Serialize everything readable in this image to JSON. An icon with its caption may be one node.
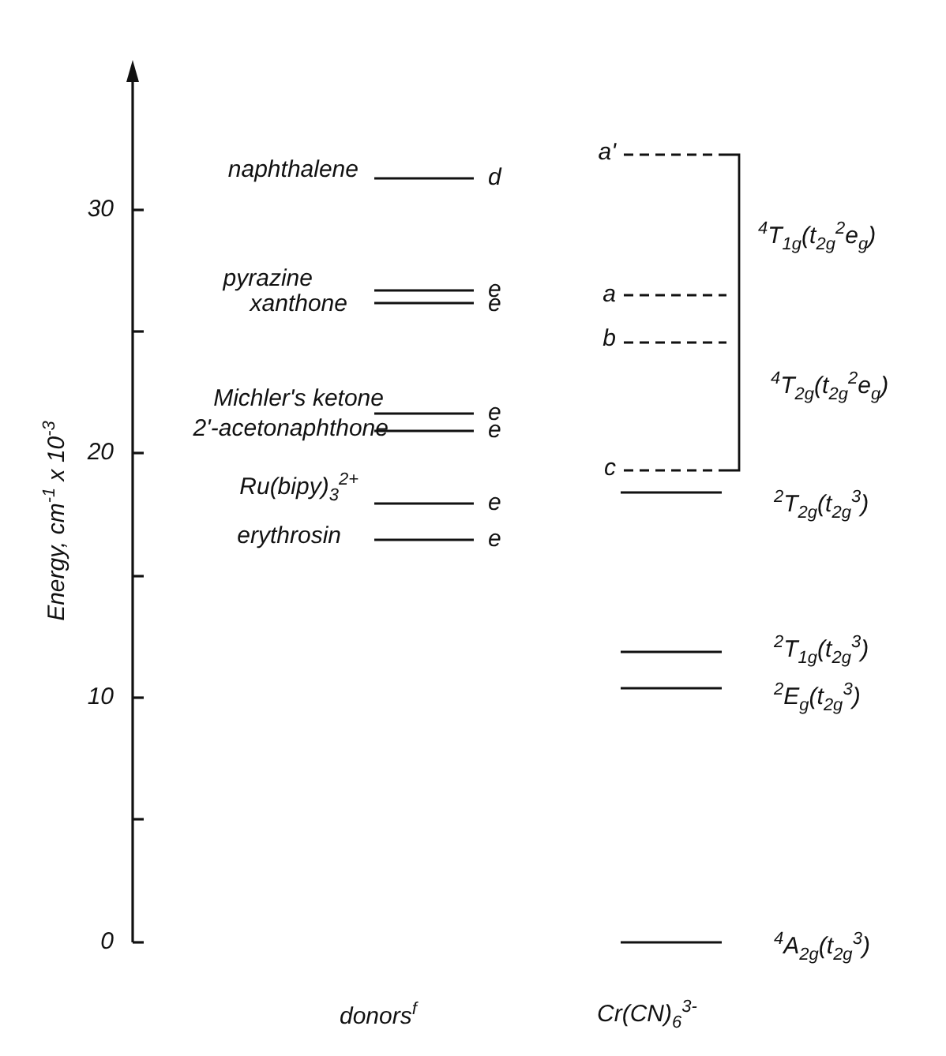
{
  "diagram": {
    "labels": [
      "Energy, cm$^{-1}$ x 10$^{-3}$",
      "30",
      "20",
      "10",
      "0",
      "naphthalene",
      "d",
      "pyrazine",
      "e",
      "xanthone",
      "e",
      "Michler's ketone",
      "e",
      "2'-acetonaphthone",
      "e",
      "Ru(bipy)$_{3}$$^{2+}$",
      "e",
      "erythrosin",
      "e",
      "a'",
      "$^{4}$T$_{1g}$(t$_{2g}$$^{2}$e$_{g}$)",
      "a",
      "b",
      "$^{4}$T$_{2g}$(t$_{2g}$$^{2}$e$_{g}$)",
      "c",
      "$^{2}$T$_{2g}$(t$_{2g}$$^{3}$)",
      "$^{2}$T$_{1g}$(t$_{2g}$$^{3}$)",
      "$^{2}$E$_{g}$(t$_{2g}$$^{3}$)",
      "$^{4}$A$_{2g}$(t$_{2g}$$^{3}$)",
      "donors$^{f}$",
      "Cr(CN)$_{6}$$^{3-}$"
    ]
  }
}
